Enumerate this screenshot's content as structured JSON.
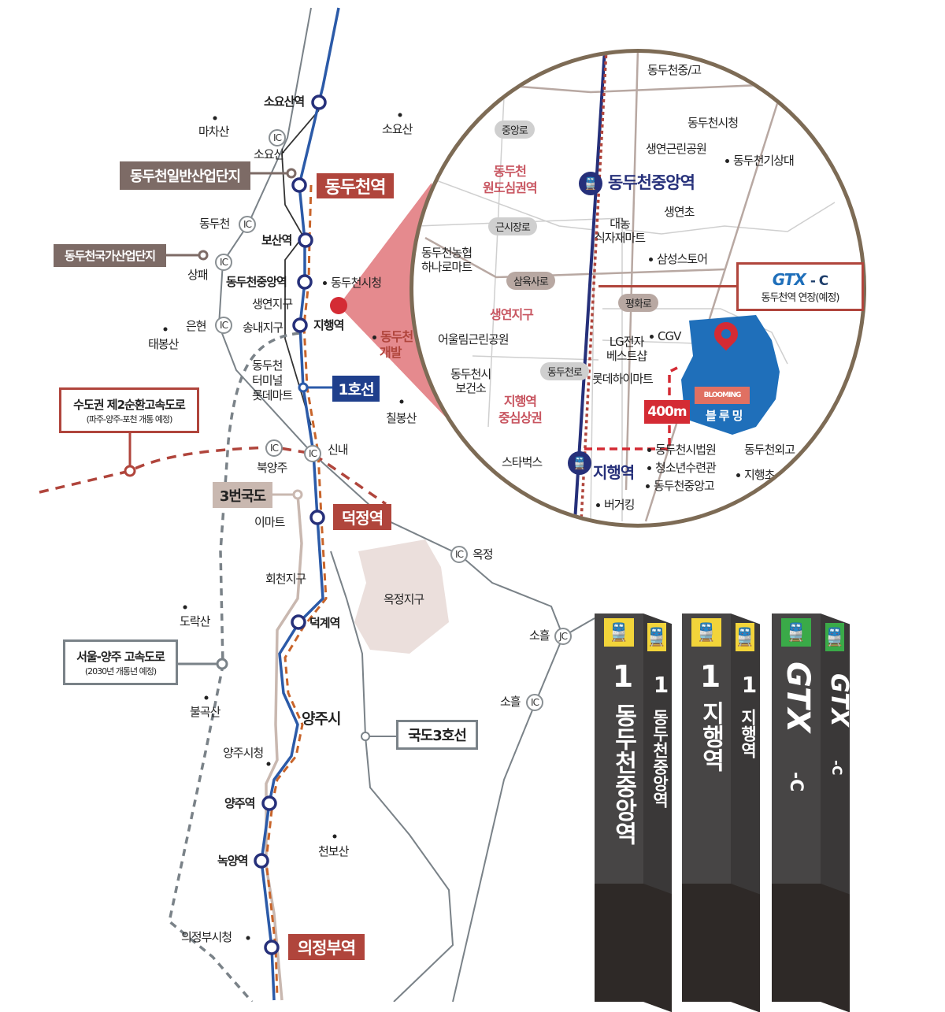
{
  "colors": {
    "line1": "#2b5aa8",
    "gtx": "#c8642a",
    "station_box": "#b0453c",
    "industry_box": "#7d6b66",
    "route3": "#c9b8b0",
    "bluming": "#1f6fba",
    "pin": "#d42b34"
  },
  "stations": {
    "soyosan": "소요산역",
    "dongducheon": "동두천역",
    "bosan": "보산역",
    "dongducheon_jungang": "동두천중앙역",
    "jihaeng": "지행역",
    "deokjeong": "덕정역",
    "deokgye": "덕계역",
    "yangju": "양주역",
    "nogyang": "녹양역",
    "uijeongbu": "의정부역"
  },
  "boxes": {
    "ilban": "동두천일반산업단지",
    "gukga": "동두천국가산업단지",
    "line1": "1호선",
    "route3": "3번국도",
    "national3": "국도3호선",
    "ring_title": "수도권 제2순환고속도로",
    "ring_sub": "(파주-양주-포천 개통 예정)",
    "seoul_title": "서울-양주 고속도로",
    "seoul_sub": "(2030년 개통년 예정)"
  },
  "places": {
    "machasan": "마차산",
    "soyosan_mt": "소요산",
    "soyosan_ic": "소요산",
    "dongducheon_ic": "동두천",
    "sangpae": "상패",
    "city_hall": "동두천시청",
    "saengyeon": "생연지구",
    "eunhyeon": "은현",
    "taebongsan": "태봉산",
    "songnae": "송내지구",
    "terminal": "동두천\n터미널\n롯데마트",
    "chilbongsan": "칠봉산",
    "bukyangju": "북양주",
    "sinnae": "신내",
    "emart": "이마트",
    "okjeong": "옥정",
    "okjeong_district": "옥정지구",
    "hoecheon": "회천지구",
    "dorak": "도락산",
    "soheul_jc": "소흘",
    "bulgok": "불곡산",
    "yangju_city": "양주시",
    "soheul_ic": "소흘",
    "yangju_hall": "양주시청",
    "cheonbo": "천보산",
    "uijeongbu_hall": "의정부시청",
    "hidden1": "동두천",
    "hidden2": "개발",
    "ic": "IC",
    "jc": "JC"
  },
  "inset": {
    "roads": {
      "jungang": "중앙로",
      "geunsijang": "근시장로",
      "samyuksa": "삼육사로",
      "pyeonghwa": "평화로",
      "dongducheon_ro": "동두천로"
    },
    "zones": {
      "old_center": "동두천\n원도심권역",
      "saengyeon": "생연지구",
      "jihaeng_center": "지행역\n중심상권"
    },
    "stations": {
      "jungang": "동두천중앙역",
      "jihaeng": "지행역"
    },
    "poi": {
      "school_jg": "동두천중/고",
      "city_hall": "동두천시청",
      "park": "생연근린공원",
      "weather": "동두천기상대",
      "saengyeon_es": "생연초",
      "daenong": "대농\n식자재마트",
      "nonghyup": "동두천농협\n하나로마트",
      "samsung": "삼성스토어",
      "eoulrim": "어울림근린공원",
      "lg": "LG전자\n베스트샵",
      "cgv": "CGV",
      "health": "동두천시\n보건소",
      "himart": "롯데하이마트",
      "starbucks": "스타벅스",
      "court": "동두천시법원",
      "youth": "청소년수련관",
      "jungang_hs": "동두천중앙고",
      "burger": "버거킹",
      "foreign_hs": "동두천외고",
      "jihaeng_es": "지행초"
    },
    "distance": "400m",
    "bluming_en": "BLOOMING",
    "bluming_ko": "블루밍",
    "gtx_logo": "GTX",
    "gtx_suffix": "- C",
    "gtx_note": "동두천역 연장(예정)"
  },
  "pillars": [
    {
      "line": "1",
      "name": "동두천중앙역",
      "color": "#f2d43a"
    },
    {
      "line": "1",
      "name": "지행역",
      "color": "#f2d43a"
    },
    {
      "line": "GTX",
      "name": "-C",
      "color": "#3aaa48"
    }
  ]
}
